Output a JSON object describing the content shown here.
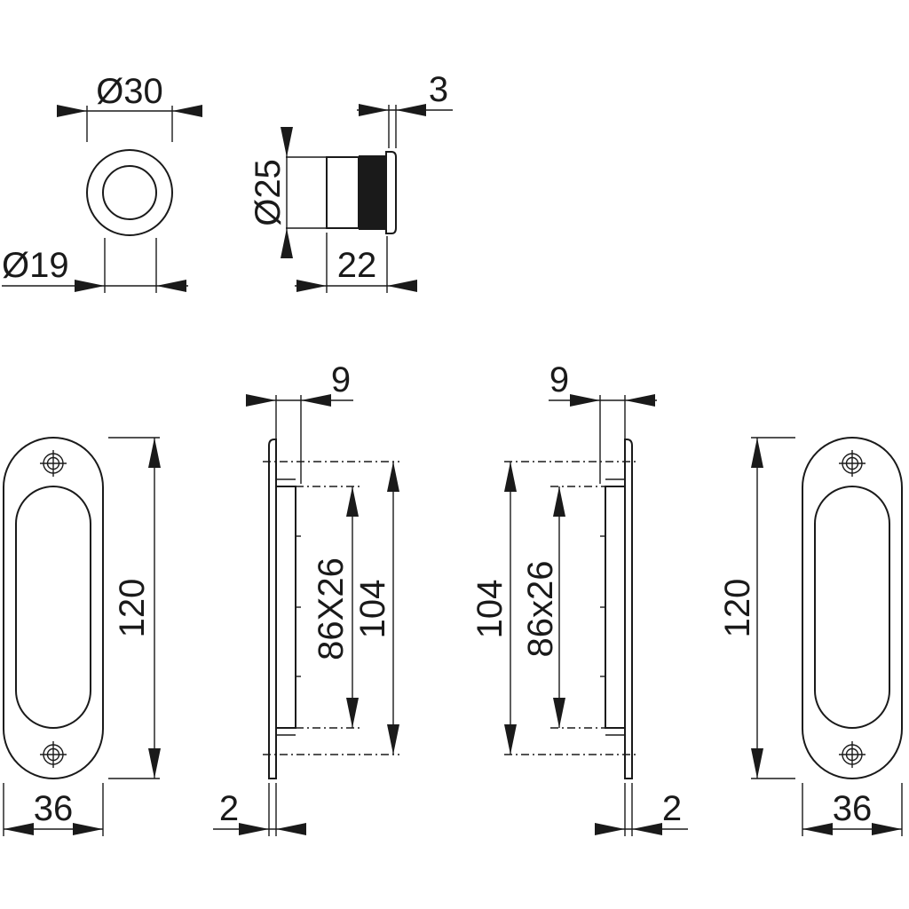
{
  "dimensions": {
    "knob_outer_dia": "Ø30",
    "knob_inner_dia": "Ø19",
    "knob_side_dia": "Ø25",
    "knob_depth": "22",
    "knob_flange": "3",
    "left_plate_height": "120",
    "left_plate_width": "36",
    "left_side_offset": "9",
    "left_side_thickness": "2",
    "left_cutout": "86X26",
    "left_cutout_height": "104",
    "right_side_offset": "9",
    "right_side_thickness": "2",
    "right_cutout": "86x26",
    "right_cutout_height": "104",
    "right_plate_height": "120",
    "right_plate_width": "36"
  }
}
